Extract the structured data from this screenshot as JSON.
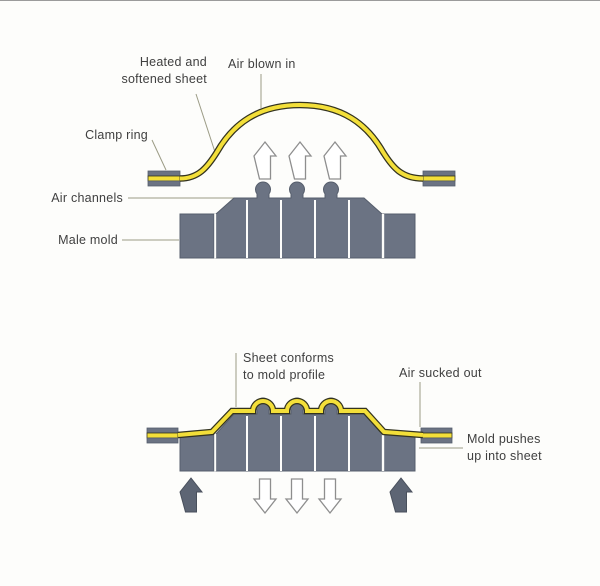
{
  "labels": {
    "heated_sheet_line1": "Heated and",
    "heated_sheet_line2": "softened sheet",
    "air_blown_in": "Air blown in",
    "clamp_ring": "Clamp ring",
    "air_channels": "Air channels",
    "male_mold": "Male mold",
    "sheet_conforms_line1": "Sheet conforms",
    "sheet_conforms_line2": "to mold profile",
    "air_sucked_out": "Air sucked out",
    "mold_pushes_line1": "Mold pushes",
    "mold_pushes_line2": "up into sheet"
  },
  "icons": {
    "air_blow_arrow": "hollow-up-arrow",
    "air_suck_arrow": "hollow-down-arrow",
    "mold_push_arrow": "solid-up-arrow"
  },
  "colors": {
    "background": "#fdfdfb",
    "sheet_fill": "#f3df39",
    "sheet_edge": "#33331f",
    "mold": "#6b7383",
    "mold_dark_arrow": "#5d6574",
    "hollow_arrow_stroke": "#8e8e8e",
    "leader_line": "#9c9c86",
    "label_text": "#404040"
  }
}
